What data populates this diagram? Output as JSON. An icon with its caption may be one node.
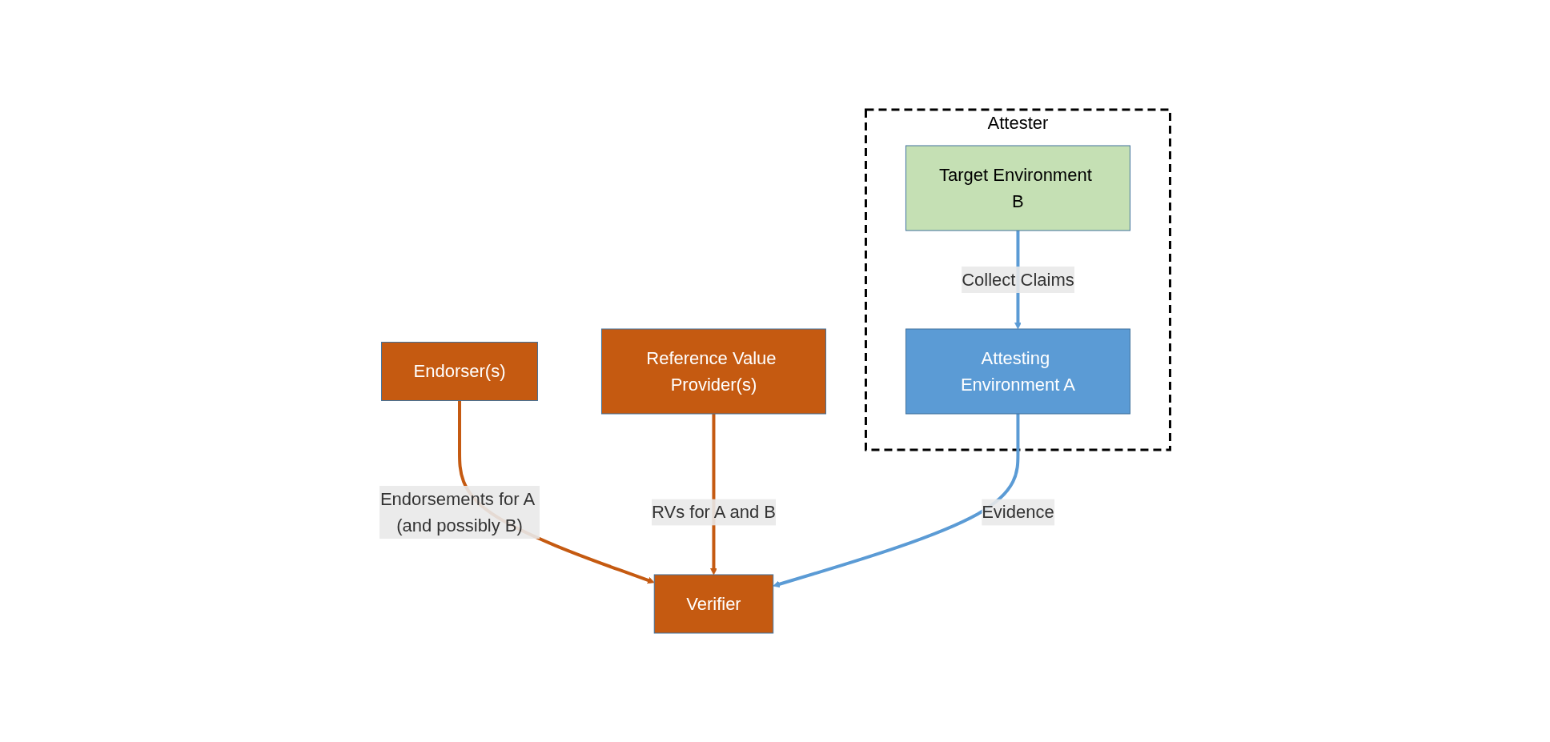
{
  "diagram": {
    "nodes": [
      {
        "text": [
          "Endorser(s)"
        ]
      },
      {
        "text": [
          "Verifier"
        ]
      },
      {
        "text": [
          "Reference Value Provider(s)"
        ]
      },
      {
        "text": [
          "Attester"
        ]
      },
      {
        "text": [
          "Target Environment B"
        ],
        "in": 3
      },
      {
        "text": [
          "Attesting Environment A"
        ],
        "in": 3
      }
    ],
    "edges": [
      {
        "from": 0,
        "to": 1,
        "arrow": "to",
        "label": "Endorsements for A (and possibly B)",
        "color": "#c55a11"
      },
      {
        "from": 2,
        "to": 1,
        "arrow": "to",
        "label": "RVs for A and B",
        "color": "#c55a11"
      },
      {
        "from": 4,
        "to": 5,
        "arrow": "to",
        "label": "Collect Claims",
        "color": "#5b9bd5"
      },
      {
        "from": 5,
        "to": 1,
        "arrow": "to",
        "label": "Evidence",
        "color": "#5b9bd5"
      }
    ]
  }
}
